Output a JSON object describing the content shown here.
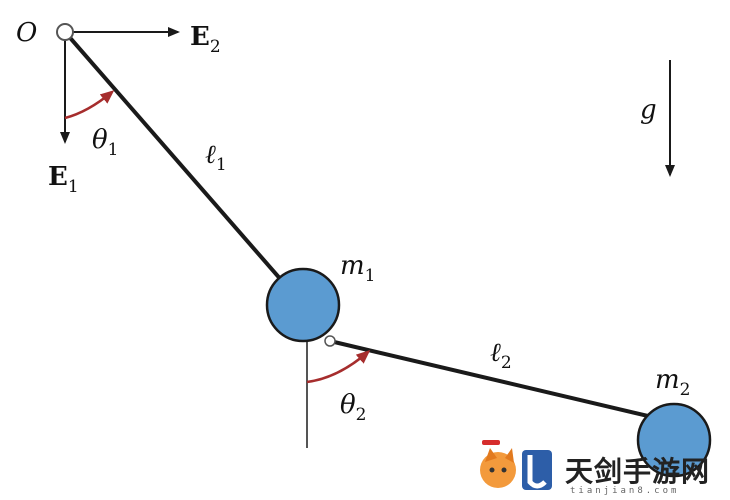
{
  "labels": {
    "origin": "O",
    "e2_main": "E",
    "e2_sub": "2",
    "e1_main": "E",
    "e1_sub": "1",
    "theta1_main": "θ",
    "theta1_sub": "1",
    "l1_main": "ℓ",
    "l1_sub": "1",
    "g": "g",
    "m1_main": "m",
    "m1_sub": "1",
    "l2_main": "ℓ",
    "l2_sub": "2",
    "theta2_main": "θ",
    "theta2_sub": "2",
    "m2_main": "m",
    "m2_sub": "2"
  },
  "watermark": {
    "title": "天剑手游网",
    "url": "tianjian8.com"
  },
  "colors": {
    "mass_fill": "#5b9bd1",
    "angle_arrow": "#a62d2d",
    "line": "#1a1a1a"
  }
}
